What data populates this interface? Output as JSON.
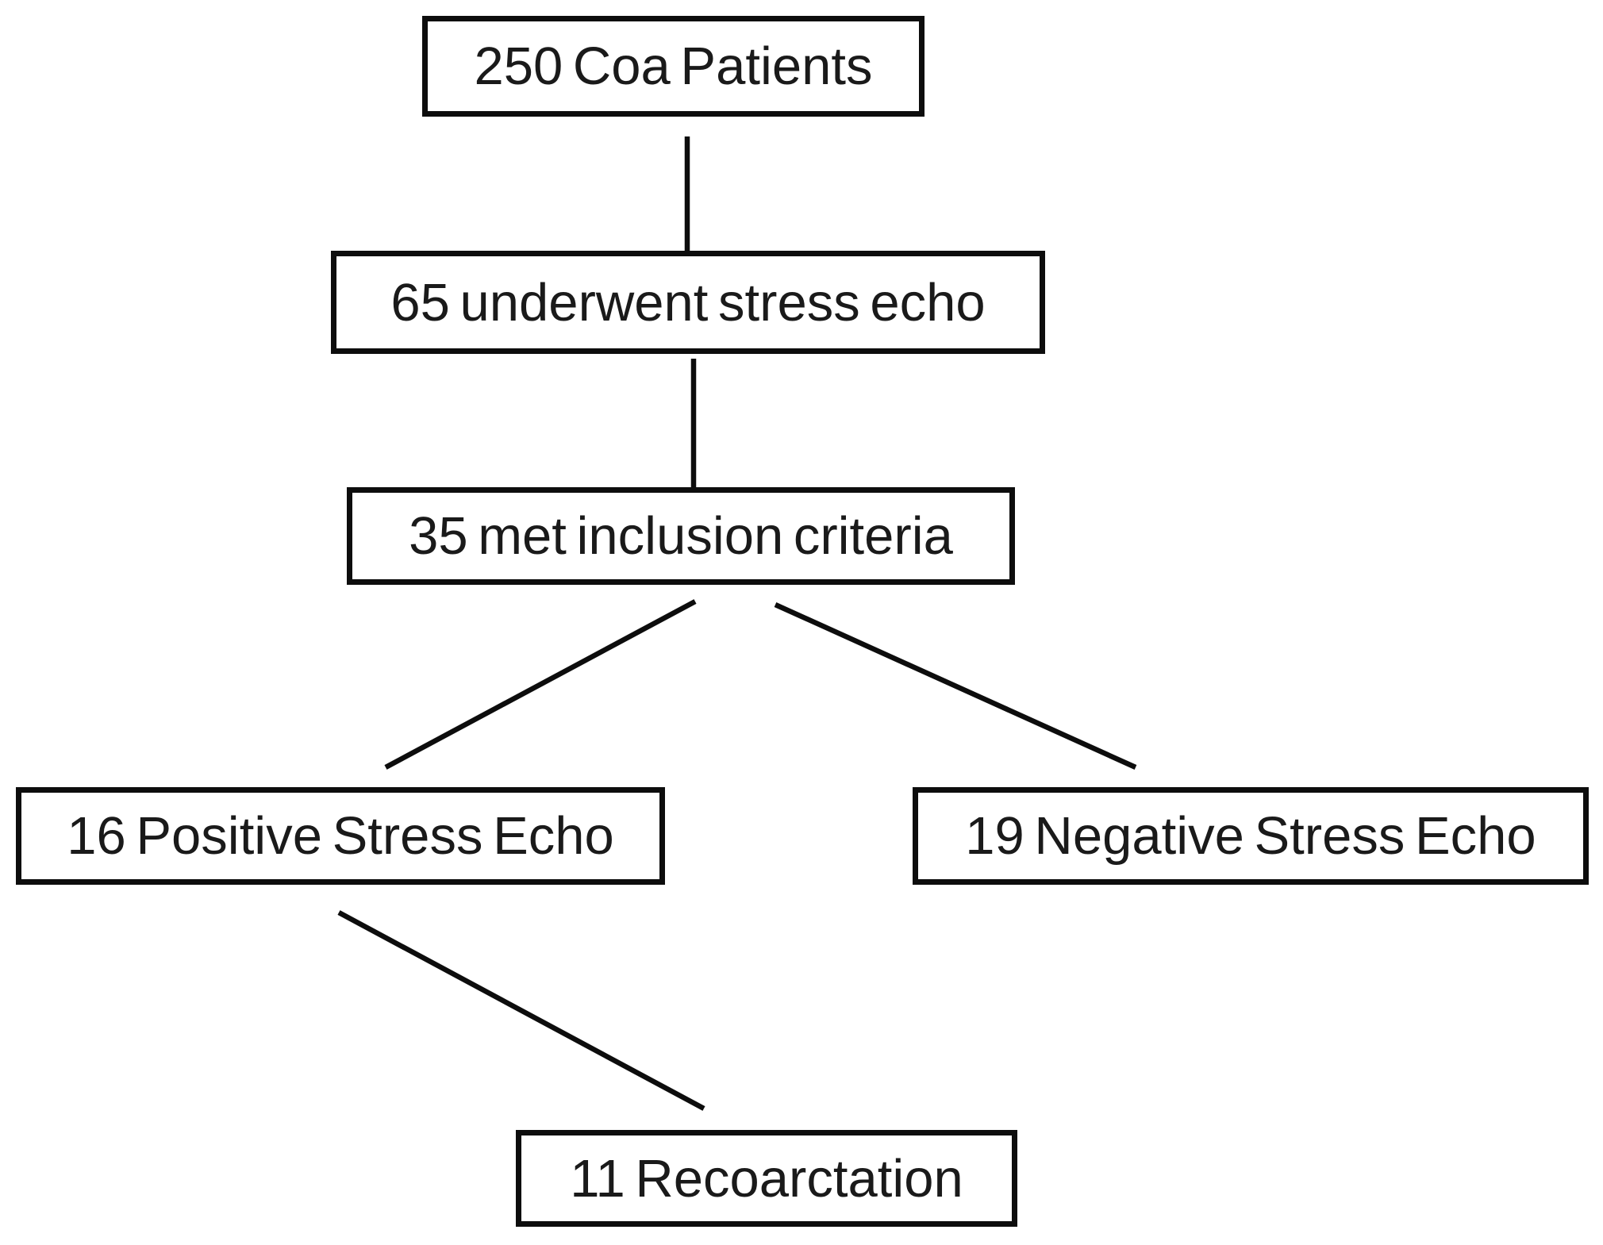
{
  "diagram": {
    "title": "Coarctation stress echo patient flowchart",
    "colors": {
      "background": "#ffffff",
      "box_border": "#0d0d0d",
      "text": "#1a1a1a",
      "line": "#0d0d0d"
    },
    "nodes": [
      {
        "id": "coa-patients",
        "count": 250,
        "label": "250 Coa Patients"
      },
      {
        "id": "underwent-stress-echo",
        "count": 65,
        "label": "65 underwent stress echo"
      },
      {
        "id": "met-inclusion-criteria",
        "count": 35,
        "label": "35 met inclusion criteria"
      },
      {
        "id": "positive-stress-echo",
        "count": 16,
        "label": "16 Positive Stress Echo"
      },
      {
        "id": "negative-stress-echo",
        "count": 19,
        "label": "19 Negative Stress Echo"
      },
      {
        "id": "recoarctation",
        "count": 11,
        "label": "11 Recoarctation"
      }
    ],
    "edges": [
      {
        "from": "coa-patients",
        "to": "underwent-stress-echo"
      },
      {
        "from": "underwent-stress-echo",
        "to": "met-inclusion-criteria"
      },
      {
        "from": "met-inclusion-criteria",
        "to": "positive-stress-echo"
      },
      {
        "from": "met-inclusion-criteria",
        "to": "negative-stress-echo"
      },
      {
        "from": "positive-stress-echo",
        "to": "recoarctation"
      }
    ]
  }
}
